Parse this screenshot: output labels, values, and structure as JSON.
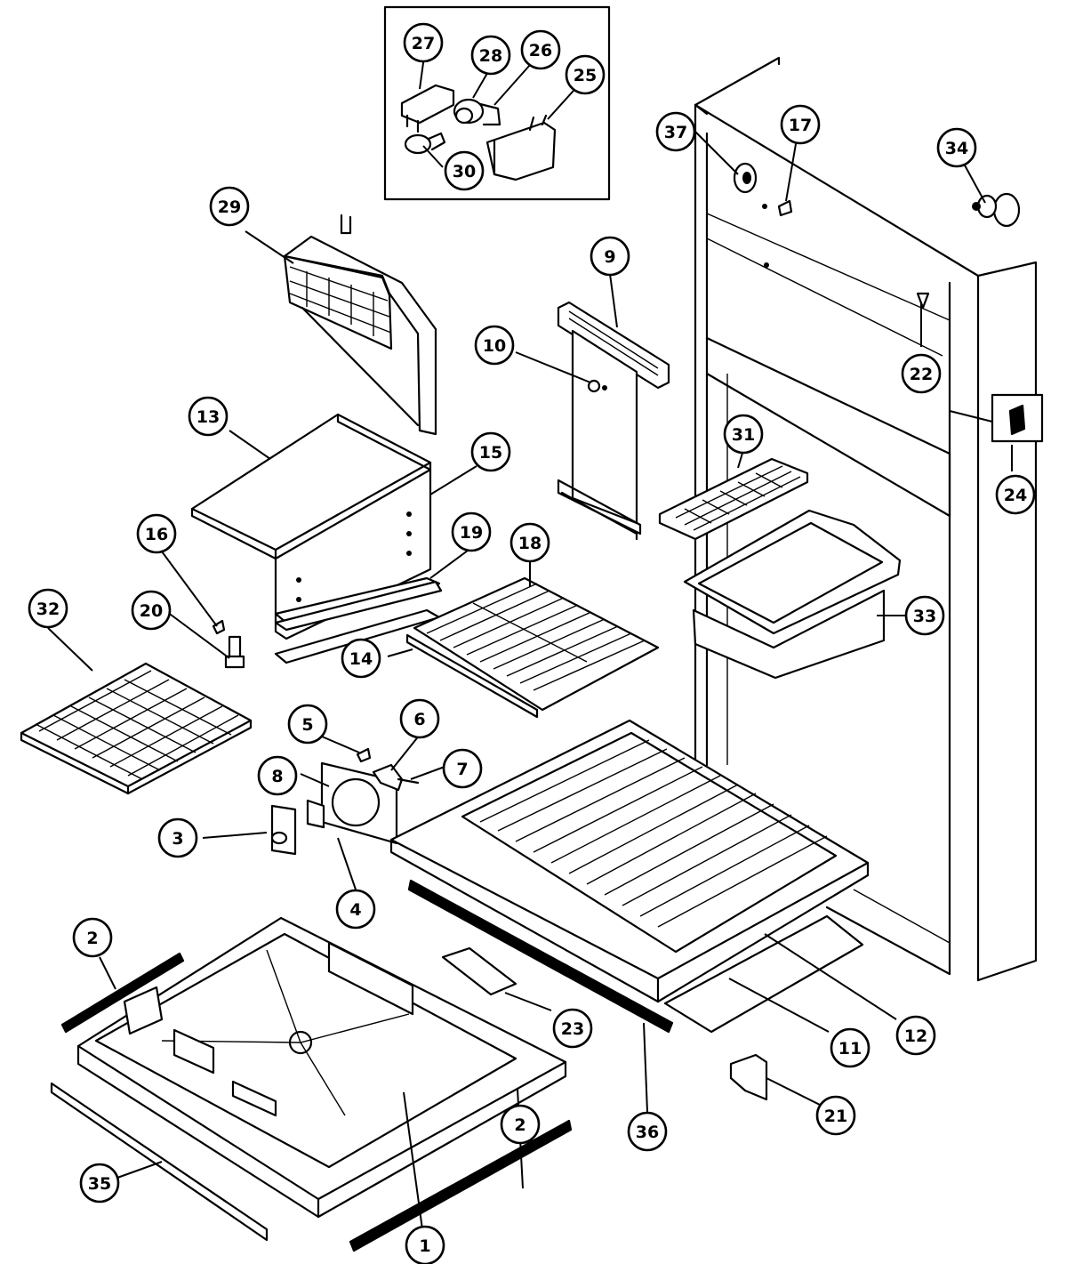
{
  "callouts": [
    {
      "id": "c1",
      "label": "1"
    },
    {
      "id": "c2a",
      "label": "2"
    },
    {
      "id": "c2b",
      "label": "2"
    },
    {
      "id": "c3",
      "label": "3"
    },
    {
      "id": "c4",
      "label": "4"
    },
    {
      "id": "c5",
      "label": "5"
    },
    {
      "id": "c6",
      "label": "6"
    },
    {
      "id": "c7",
      "label": "7"
    },
    {
      "id": "c8",
      "label": "8"
    },
    {
      "id": "c9",
      "label": "9"
    },
    {
      "id": "c10",
      "label": "10"
    },
    {
      "id": "c11",
      "label": "11"
    },
    {
      "id": "c12",
      "label": "12"
    },
    {
      "id": "c13",
      "label": "13"
    },
    {
      "id": "c14",
      "label": "14"
    },
    {
      "id": "c15",
      "label": "15"
    },
    {
      "id": "c16",
      "label": "16"
    },
    {
      "id": "c17",
      "label": "17"
    },
    {
      "id": "c18",
      "label": "18"
    },
    {
      "id": "c19",
      "label": "19"
    },
    {
      "id": "c20",
      "label": "20"
    },
    {
      "id": "c21",
      "label": "21"
    },
    {
      "id": "c22",
      "label": "22"
    },
    {
      "id": "c23",
      "label": "23"
    },
    {
      "id": "c24",
      "label": "24"
    },
    {
      "id": "c25",
      "label": "25"
    },
    {
      "id": "c26",
      "label": "26"
    },
    {
      "id": "c27",
      "label": "27"
    },
    {
      "id": "c28",
      "label": "28"
    },
    {
      "id": "c29",
      "label": "29"
    },
    {
      "id": "c30",
      "label": "30"
    },
    {
      "id": "c31",
      "label": "31"
    },
    {
      "id": "c32",
      "label": "32"
    },
    {
      "id": "c33",
      "label": "33"
    },
    {
      "id": "c34",
      "label": "34"
    },
    {
      "id": "c35",
      "label": "35"
    },
    {
      "id": "c36",
      "label": "36"
    },
    {
      "id": "c37",
      "label": "37"
    }
  ]
}
